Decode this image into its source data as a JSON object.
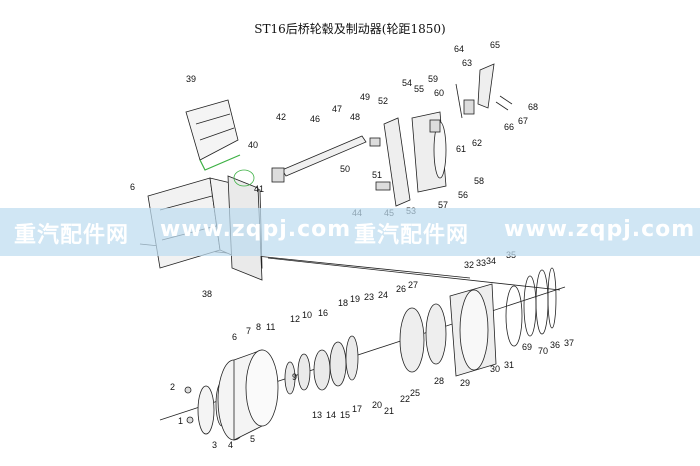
{
  "title": "ST16后桥轮毂及制动器(轮距1850)",
  "watermark": {
    "left_cn": "重汽配件网",
    "left_url": "www.zqpj.com",
    "right_cn": "重汽配件网",
    "right_url": "www.zqpj.com"
  },
  "callouts": [
    "1",
    "2",
    "3",
    "4",
    "5",
    "6",
    "7",
    "8",
    "9",
    "10",
    "11",
    "12",
    "13",
    "14",
    "15",
    "16",
    "17",
    "18",
    "19",
    "20",
    "21",
    "22",
    "23",
    "24",
    "25",
    "26",
    "27",
    "28",
    "29",
    "30",
    "31",
    "32",
    "33",
    "34",
    "35",
    "36",
    "37",
    "38",
    "39",
    "40",
    "41",
    "42",
    "44",
    "45",
    "46",
    "47",
    "48",
    "49",
    "50",
    "51",
    "52",
    "53",
    "54",
    "55",
    "56",
    "57",
    "58",
    "59",
    "60",
    "61",
    "62",
    "63",
    "64",
    "65",
    "66",
    "67",
    "68",
    "69",
    "70"
  ],
  "colors": {
    "line": "#222222",
    "watermark_band": "#bedcf0",
    "accent_green": "#3cb043"
  }
}
